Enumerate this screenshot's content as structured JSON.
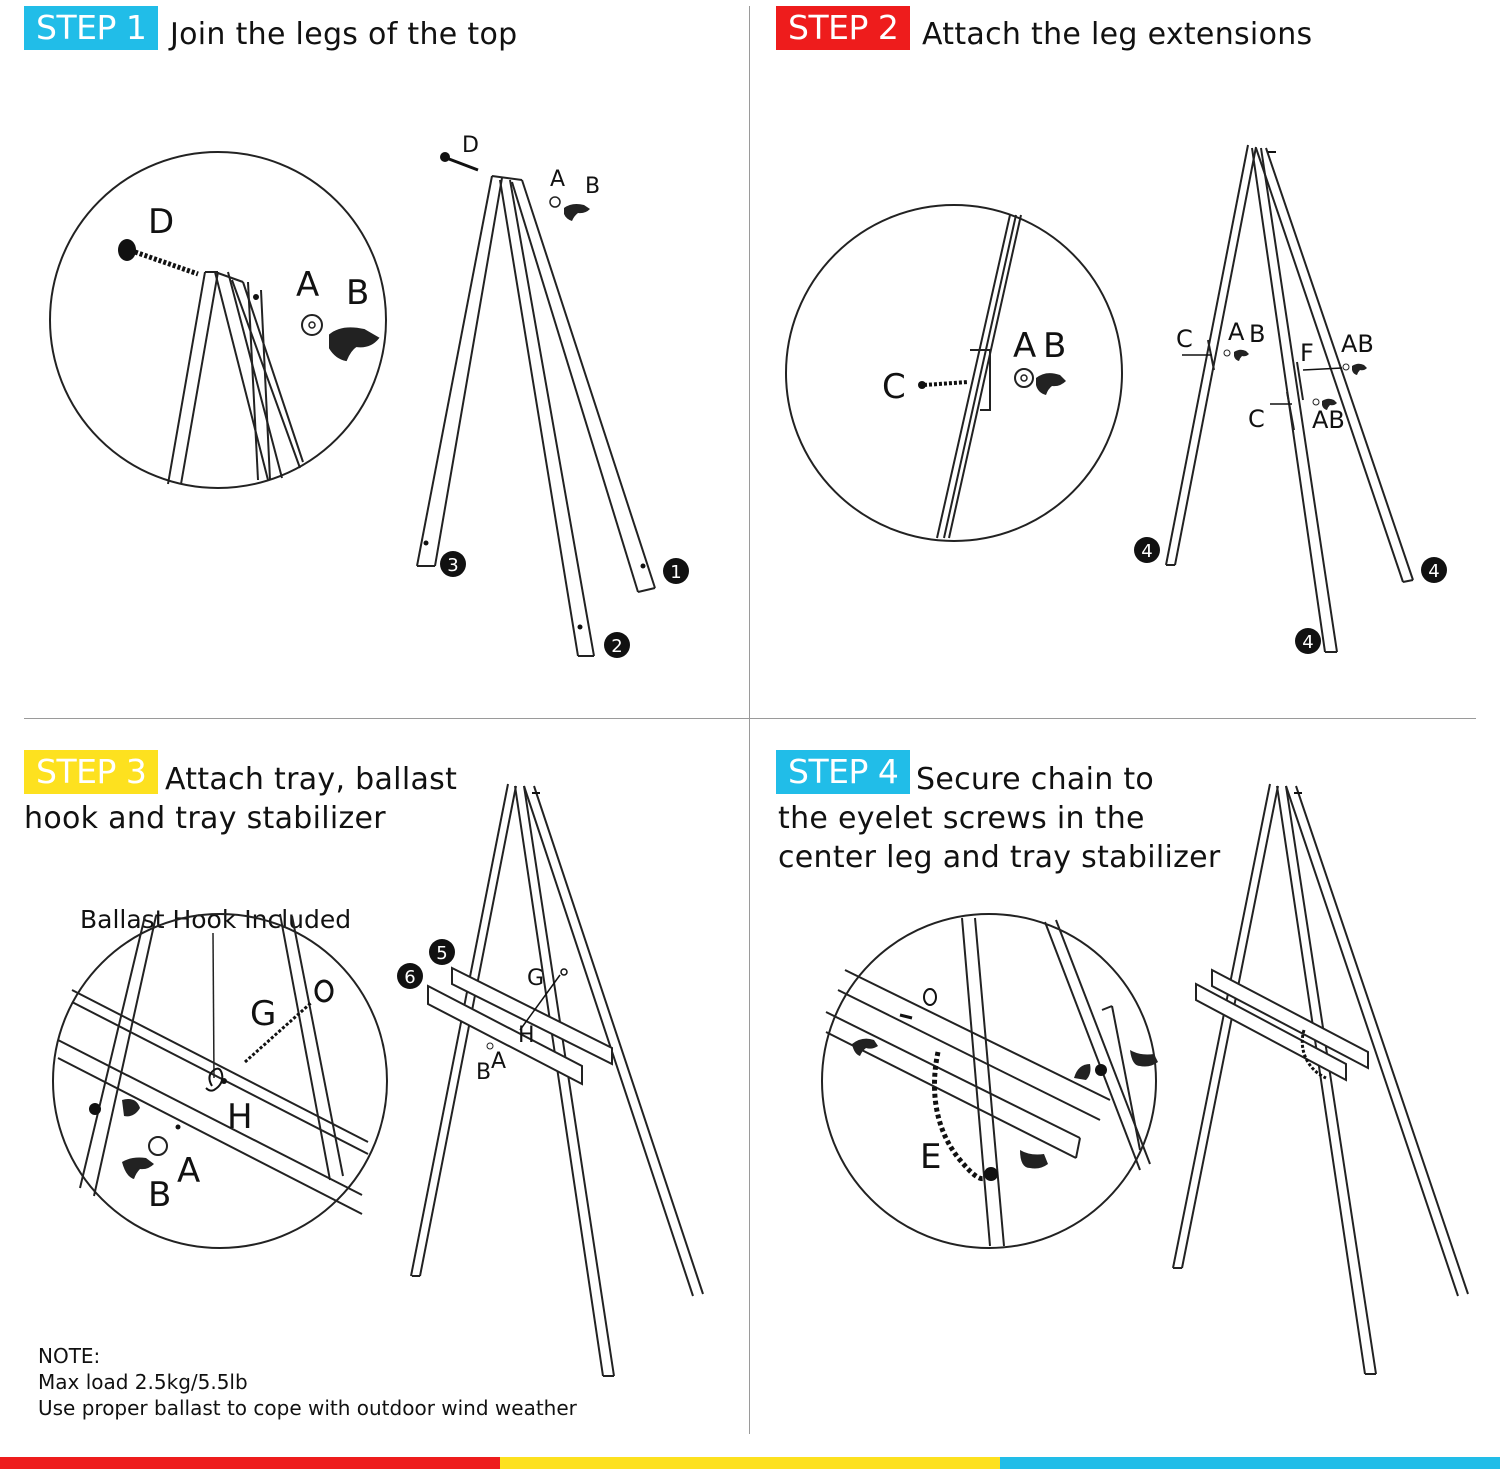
{
  "colors": {
    "step1": "#21bde8",
    "step2": "#ee1c1c",
    "step3": "#fde11f",
    "step4": "#21bde8",
    "bar_left": "#ee1c1c",
    "bar_middle": "#fde11f",
    "bar_right": "#21bde8"
  },
  "steps": [
    {
      "badge": "STEP 1",
      "title_lines": [
        "Join the legs of the top"
      ]
    },
    {
      "badge": "STEP 2",
      "title_lines": [
        "Attach the leg extensions"
      ]
    },
    {
      "badge": "STEP 3",
      "title_lines": [
        "Attach tray, ballast",
        "hook and tray stabilizer"
      ]
    },
    {
      "badge": "STEP 4",
      "title_lines": [
        "Secure chain to",
        "the eyelet screws in the",
        "center leg and tray stabilizer"
      ]
    }
  ],
  "parts": {
    "A": "A",
    "B": "B",
    "C": "C",
    "D": "D",
    "E": "E",
    "F": "F",
    "G": "G",
    "H": "H",
    "AB": "AB",
    "leg1": "1",
    "leg2": "2",
    "leg3": "3",
    "leg4": "4",
    "tray5": "5",
    "tray6": "6"
  },
  "callouts": {
    "ballast_hook": "Ballast Hook Included"
  },
  "note": {
    "heading": "NOTE:",
    "lines": [
      "Max load 2.5kg/5.5lb",
      "Use proper ballast to cope with outdoor wind weather"
    ]
  }
}
